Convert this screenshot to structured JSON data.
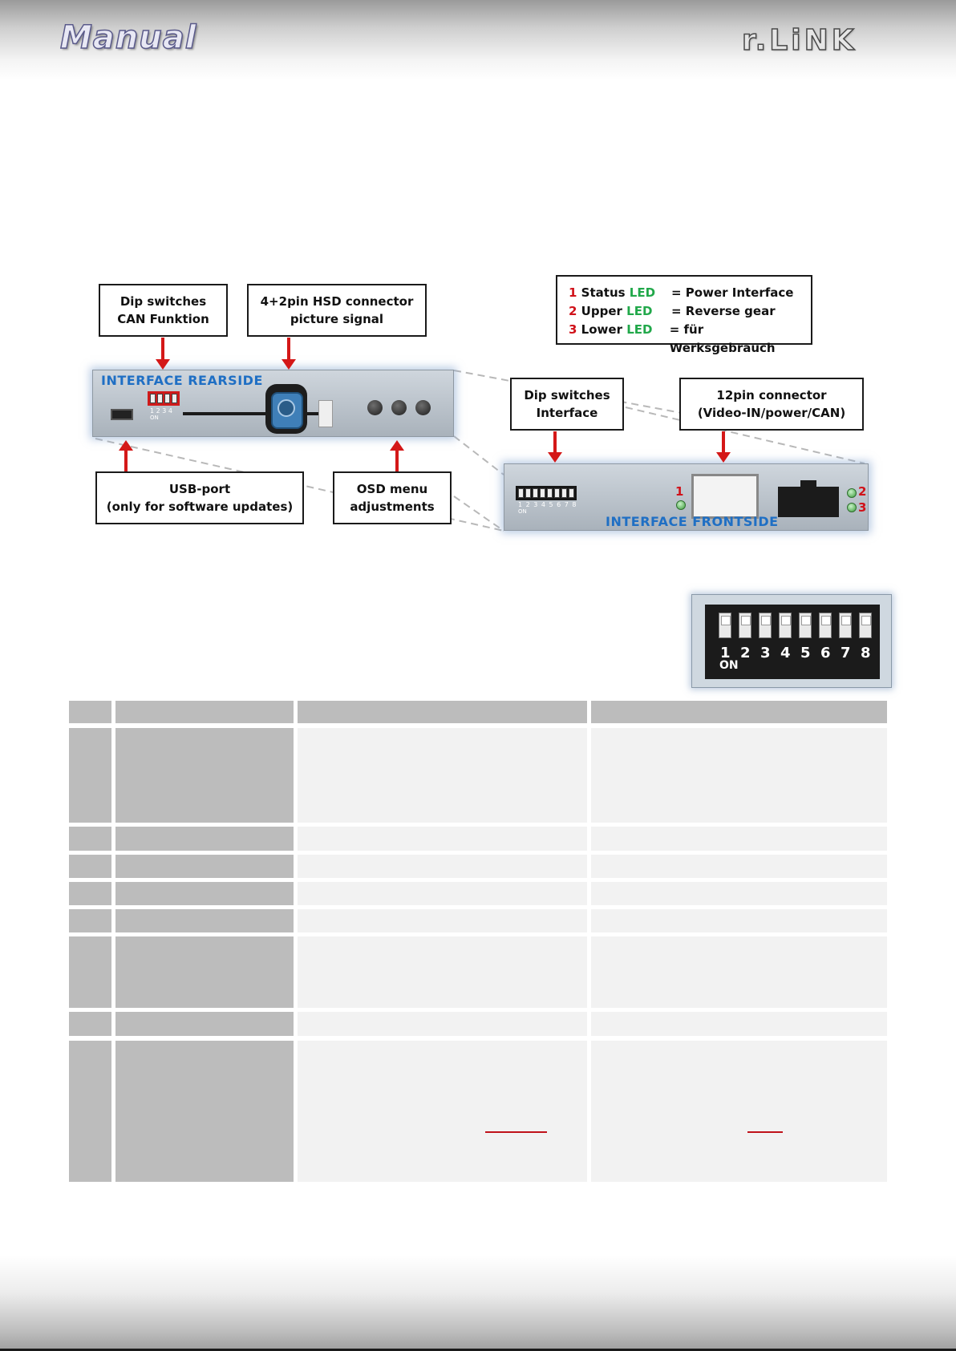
{
  "header": {
    "title": "Manual",
    "brand": "r.LiNK"
  },
  "callouts": {
    "dip_can": [
      "Dip switches",
      "CAN Funktion"
    ],
    "hsd": [
      "4+2pin HSD connector",
      "picture signal"
    ],
    "dip_interface": [
      "Dip switches",
      "Interface"
    ],
    "connector12": [
      "12pin connector",
      "(Video-IN/power/CAN)"
    ],
    "usb": [
      "USB-port",
      "(only for software updates)"
    ],
    "osd": [
      "OSD menu",
      "adjustments"
    ]
  },
  "legend": [
    {
      "num": "1",
      "name": "Status",
      "led": "LED",
      "desc": "= Power Interface"
    },
    {
      "num": "2",
      "name": "Upper",
      "led": "LED",
      "desc": "= Reverse gear"
    },
    {
      "num": "3",
      "name": "Lower",
      "led": "LED",
      "desc": "= für Werksgebrauch"
    }
  ],
  "panels": {
    "rear_label": "INTERFACE REARSIDE",
    "front_label": "INTERFACE FRONTSIDE",
    "rear_dip_numbers": "1 2 3 4",
    "rear_dip_on": "ON",
    "front_dip_numbers": "1 2 3 4 5 6 7 8",
    "front_dip_on": "ON",
    "led_numbers": [
      "1",
      "2",
      "3"
    ]
  },
  "dip_photo": {
    "numbers": [
      "1",
      "2",
      "3",
      "4",
      "5",
      "6",
      "7",
      "8"
    ],
    "on_label": "ON"
  },
  "colors": {
    "arrow": "#d41818",
    "panel_label": "#1f6fc4",
    "led_green": "#21a84a",
    "number_red": "#d0121a",
    "table_dark": "#bcbcbc",
    "table_light": "#f2f2f2"
  }
}
